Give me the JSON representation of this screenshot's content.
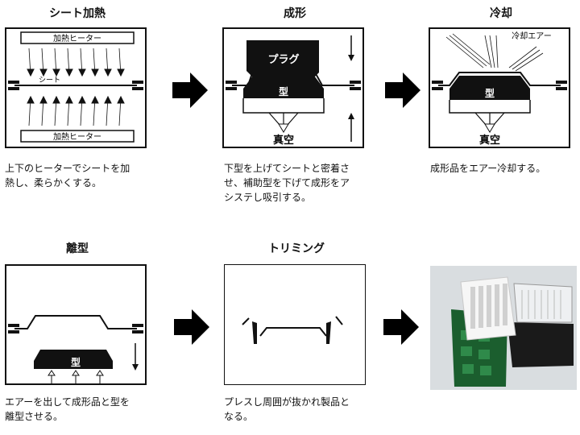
{
  "steps": [
    {
      "title": "シート加熱",
      "caption_lines": [
        "上下のヒーターでシートを加",
        "熱し、柔らかくする。"
      ]
    },
    {
      "title": "成形",
      "caption_lines": [
        "下型を上げてシートと密着さ",
        "せ、補助型を下げて成形をア",
        "システし吸引する。"
      ]
    },
    {
      "title": "冷却",
      "caption_lines": [
        "成形品をエアー冷却する。"
      ]
    },
    {
      "title": "離型",
      "caption_lines": [
        "エアーを出して成形品と型を",
        "離型させる。"
      ]
    },
    {
      "title": "トリミング",
      "caption_lines": [
        "プレスし周囲が抜かれ製品と",
        "なる。"
      ]
    }
  ],
  "diagram_labels": {
    "heater_top": "加熱ヒーター",
    "heater_bottom": "加熱ヒーター",
    "sheet": "シート",
    "plug": "プラグ",
    "mold": "型",
    "vacuum": "真空",
    "cooling_air": "冷却エアー"
  },
  "icons": {
    "step_arrow": "arrow-right-icon",
    "down_arrow": "arrow-down-icon",
    "up_arrow": "arrow-up-icon"
  }
}
